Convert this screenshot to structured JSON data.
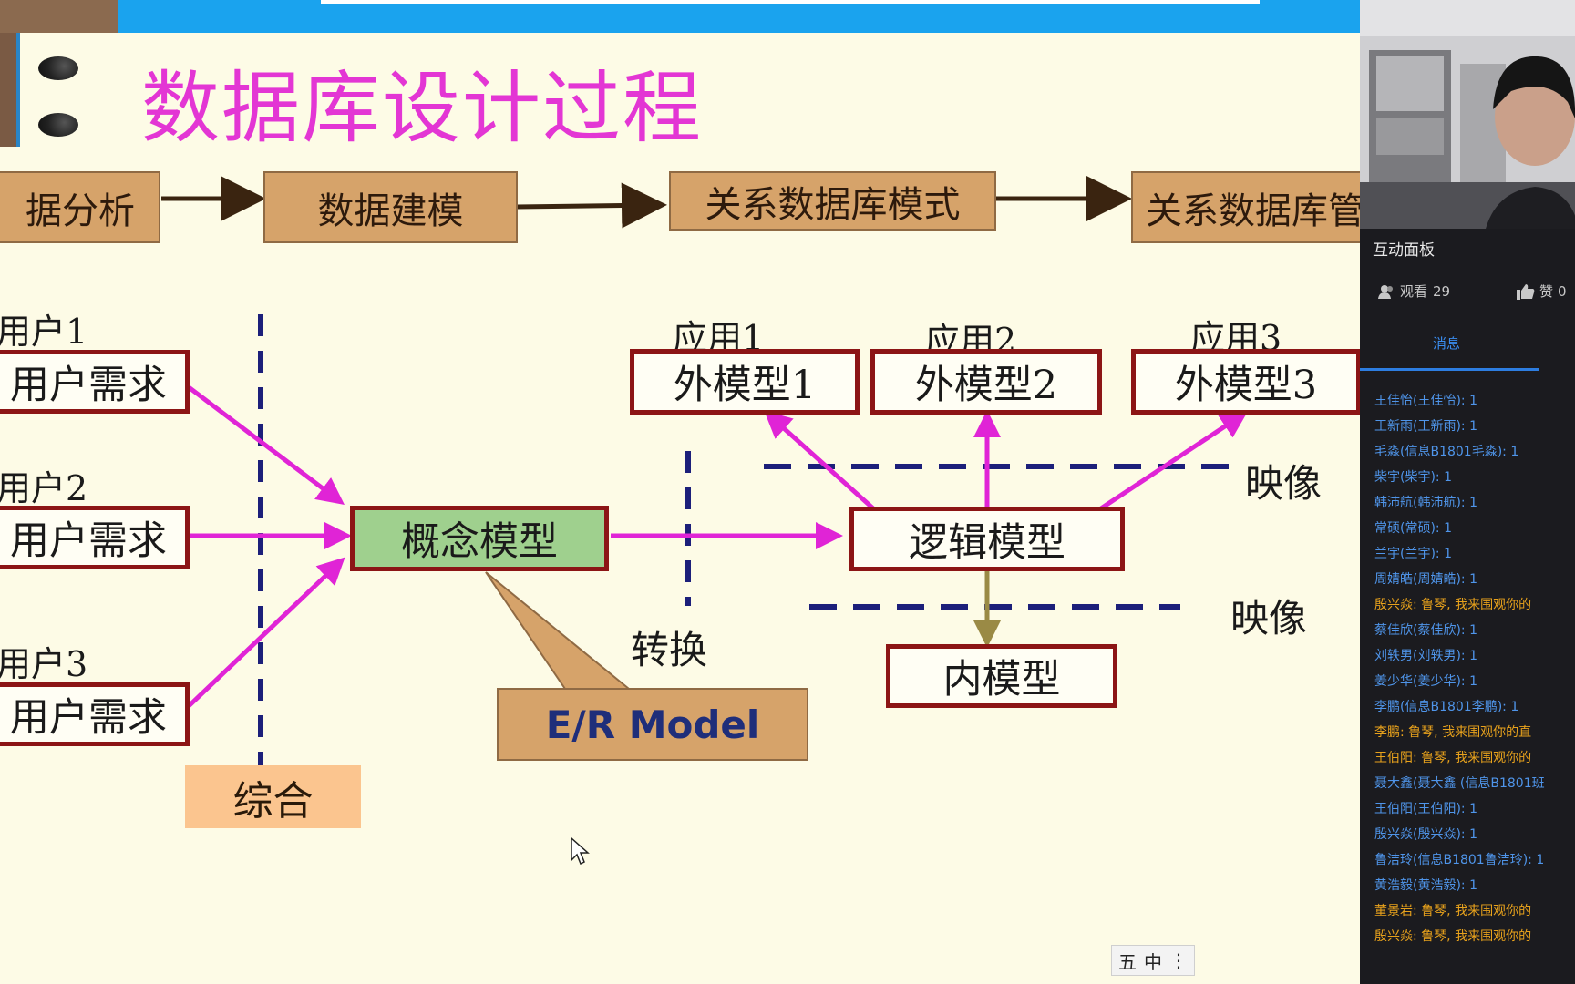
{
  "slide": {
    "title": "数据库设计过程",
    "pipeline": [
      "据分析",
      "数据建模",
      "关系数据库模式",
      "关系数据库管"
    ],
    "users": [
      {
        "label": "用户1",
        "box": "用户需求"
      },
      {
        "label": "用户2",
        "box": "用户需求"
      },
      {
        "label": "用户3",
        "box": "用户需求"
      }
    ],
    "concept": "概念模型",
    "er_model": "E/R Model",
    "synthesis": "综合",
    "transform": "转换",
    "logical": "逻辑模型",
    "internal": "内模型",
    "mapping_top": "映像",
    "mapping_bottom": "映像",
    "apps": [
      {
        "label": "应用1",
        "box": "外模型1"
      },
      {
        "label": "应用2",
        "box": "外模型2"
      },
      {
        "label": "应用3",
        "box": "外模型3"
      }
    ],
    "ime": {
      "char1": "五",
      "char2": "中"
    }
  },
  "panel": {
    "title": "互动面板",
    "viewers_label": "观看",
    "viewers_count": "29",
    "likes_label": "赞",
    "likes_count": "0",
    "messages_tab": "消息",
    "messages": [
      {
        "text": "王佳怡(王佳怡): 1",
        "color": "#4f95ea"
      },
      {
        "text": "王新雨(王新雨): 1",
        "color": "#4f95ea"
      },
      {
        "text": "毛淼(信息B1801毛淼): 1",
        "color": "#4f95ea"
      },
      {
        "text": "柴宇(柴宇): 1",
        "color": "#4f95ea"
      },
      {
        "text": "韩沛航(韩沛航): 1",
        "color": "#4f95ea"
      },
      {
        "text": "常硕(常硕): 1",
        "color": "#4f95ea"
      },
      {
        "text": "兰宇(兰宇): 1",
        "color": "#4f95ea"
      },
      {
        "text": "周婧皓(周婧皓): 1",
        "color": "#4f95ea"
      },
      {
        "text": "殷兴焱: 鲁琴, 我来围观你的",
        "color": "#e8a21c"
      },
      {
        "text": "蔡佳欣(蔡佳欣): 1",
        "color": "#4f95ea"
      },
      {
        "text": "刘轶男(刘轶男): 1",
        "color": "#4f95ea"
      },
      {
        "text": "姜少华(姜少华): 1",
        "color": "#4f95ea"
      },
      {
        "text": "李鹏(信息B1801李鹏): 1",
        "color": "#4f95ea"
      },
      {
        "text": "李鹏: 鲁琴, 我来围观你的直",
        "color": "#e8a21c"
      },
      {
        "text": "王伯阳: 鲁琴, 我来围观你的",
        "color": "#e8a21c"
      },
      {
        "text": "聂大鑫(聂大鑫 (信息B1801班",
        "color": "#4f95ea"
      },
      {
        "text": "王伯阳(王伯阳): 1",
        "color": "#4f95ea"
      },
      {
        "text": "殷兴焱(殷兴焱): 1",
        "color": "#4f95ea"
      },
      {
        "text": "鲁洁玲(信息B1801鲁洁玲): 1",
        "color": "#4f95ea"
      },
      {
        "text": "黄浩毅(黄浩毅): 1",
        "color": "#4f95ea"
      },
      {
        "text": "董景岩: 鲁琴, 我来围观你的",
        "color": "#e8a21c"
      },
      {
        "text": "殷兴焱: 鲁琴, 我来围观你的",
        "color": "#e8a21c"
      }
    ]
  },
  "colors": {
    "title_magenta": "#e336d4",
    "arrow_magenta": "#e024d6",
    "box_border_red": "#8c1515",
    "tan": "#d6a36a",
    "concept_green": "#9fd08e",
    "dash_navy": "#1c1f7a",
    "topbar_blue": "#1aa3ee"
  }
}
